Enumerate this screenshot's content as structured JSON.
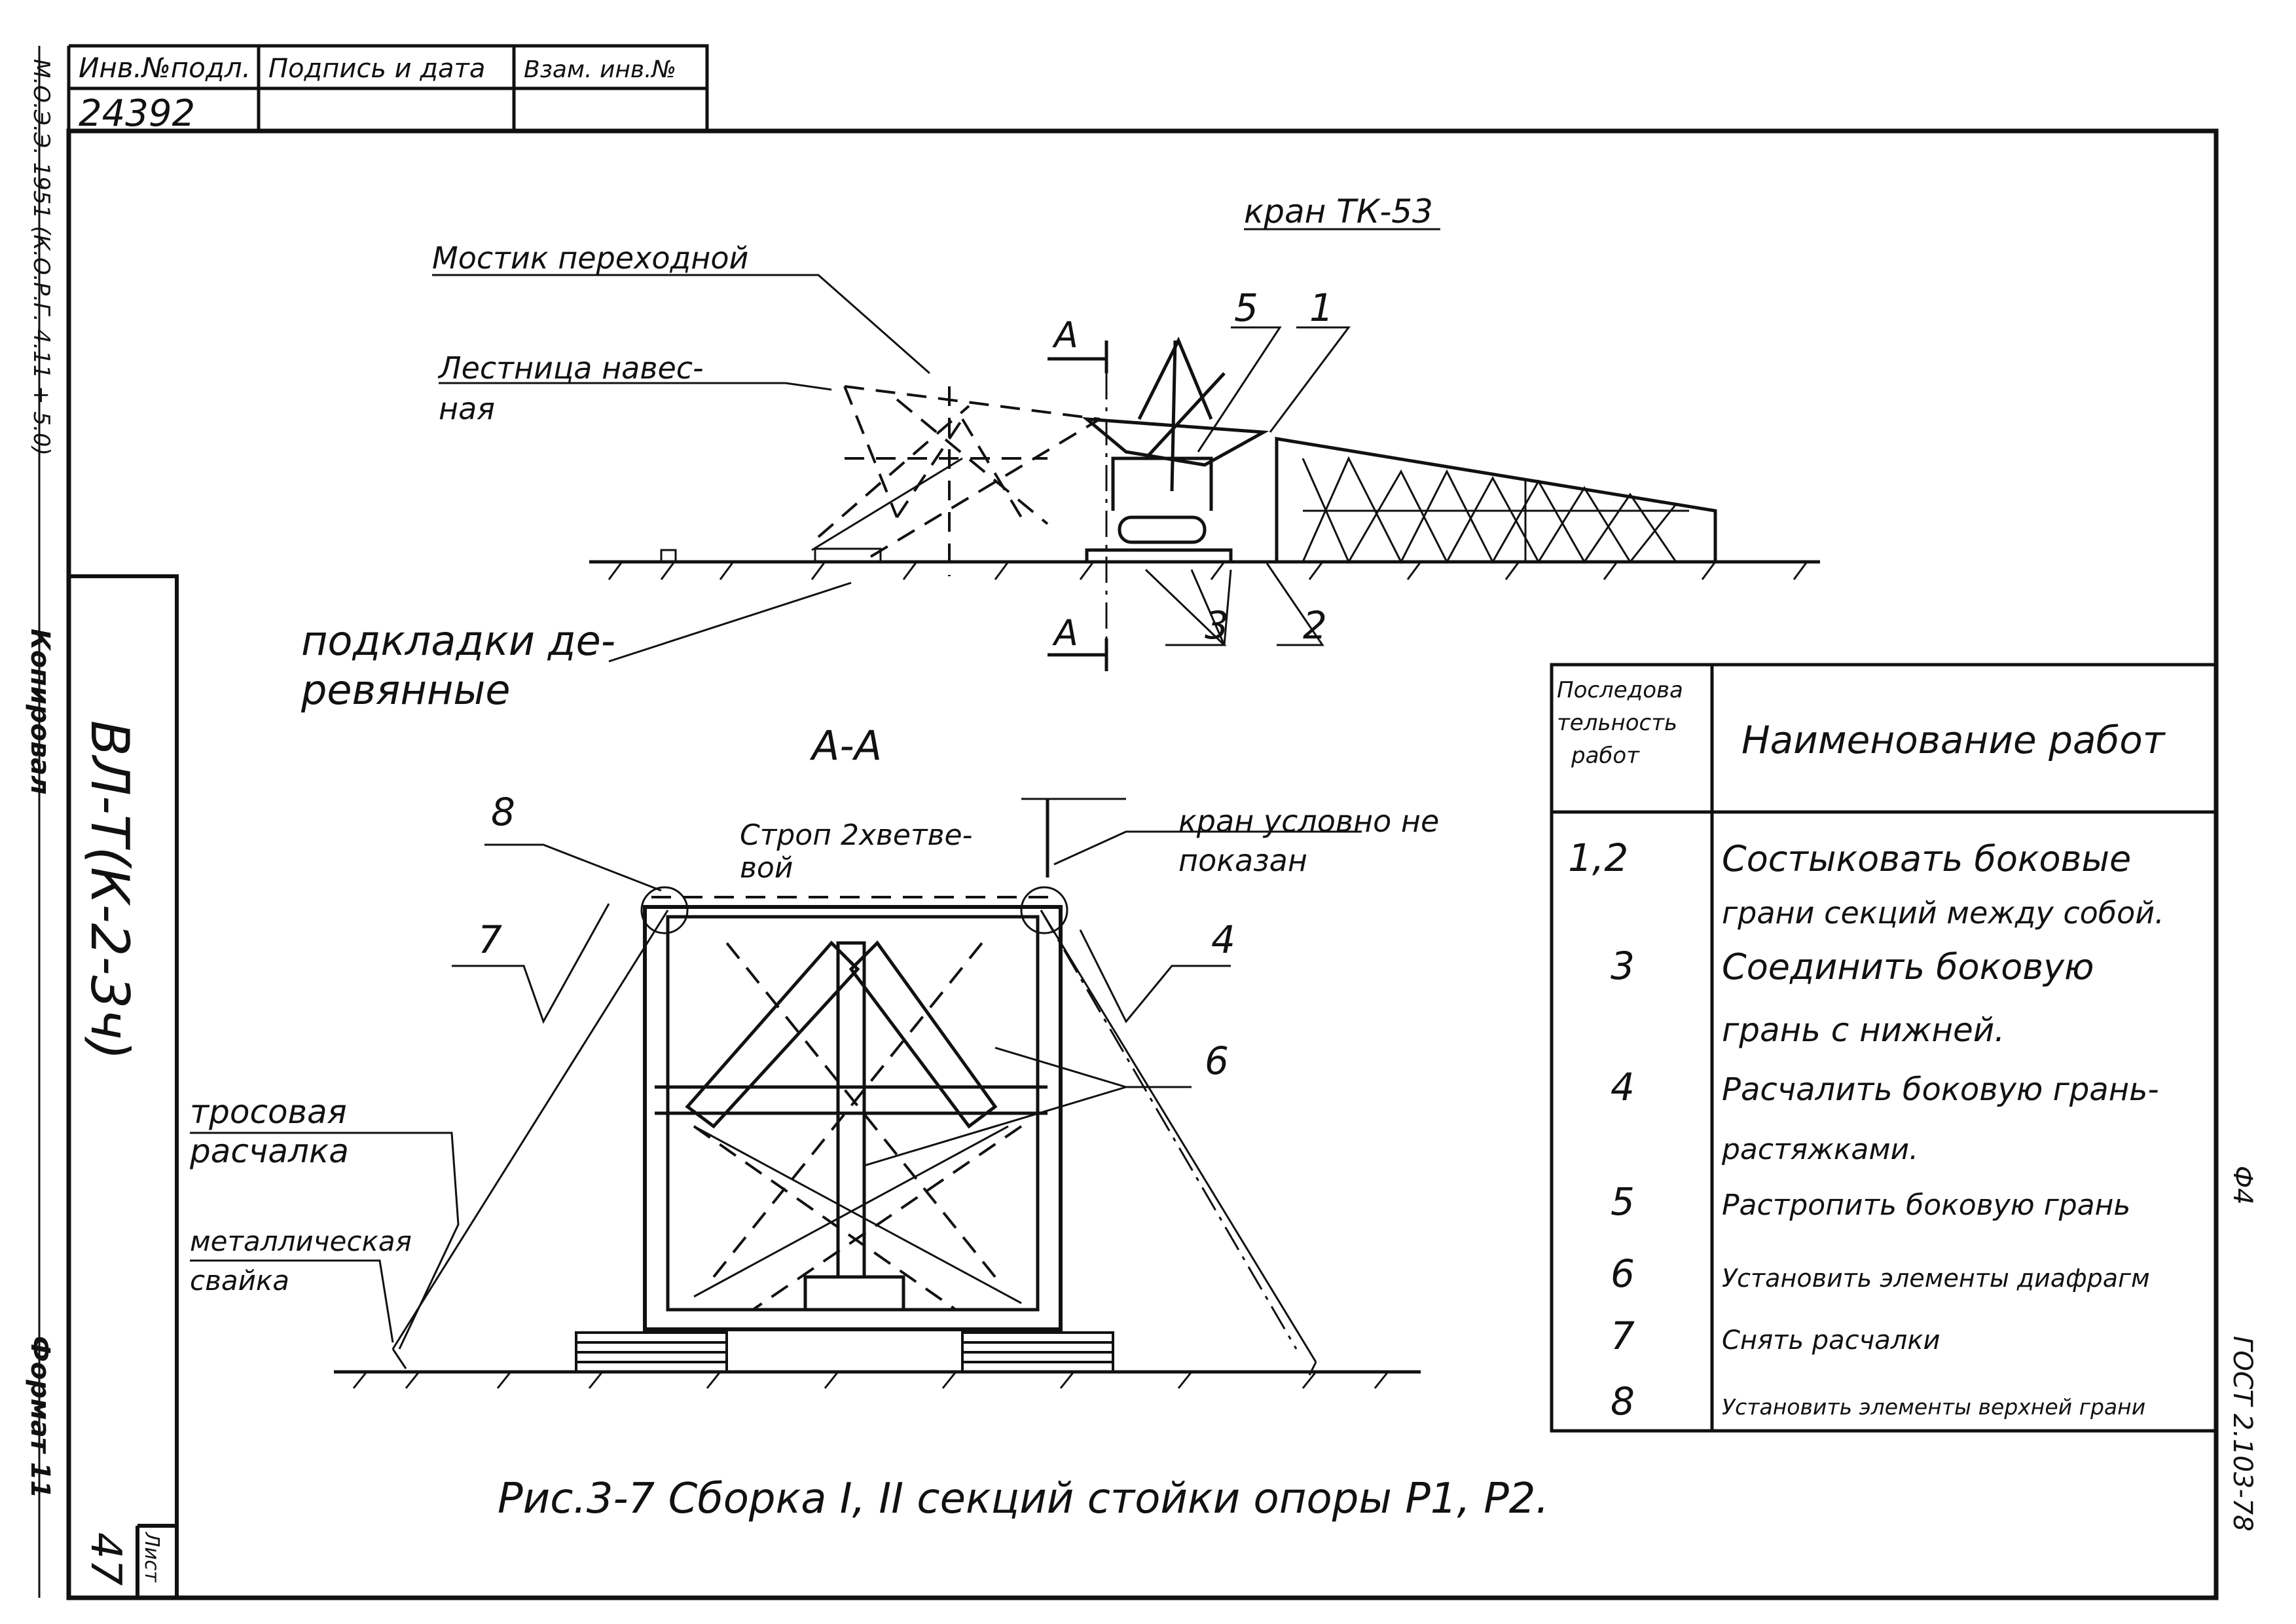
{
  "stamp": {
    "inv_header": "Инв.№подл.",
    "sign_header": "Подпись и дата",
    "replace_header": "Взам. инв.№",
    "inv_value": "24392"
  },
  "side_texts": {
    "doc_code": "ВЛ-Т(К-2-3ч)",
    "copied": "Копировал",
    "format": "Формат 11",
    "sheet_label": "Лист",
    "sheet_number": "47",
    "gost": "ГОСТ 2.103-78",
    "f4": "Ф4",
    "left_margin_code": "М.О.Э.Э. 1951 (К.О.Р.Г. 4.11 + 5.0)"
  },
  "labels": {
    "crane": "кран ТК-53",
    "bridge": "Мостик переходной",
    "ladder_l1": "Лестница навес-",
    "ladder_l2": "ная",
    "pads_l1": "подкладки де-",
    "pads_l2": "ревянные",
    "section_a_top": "А",
    "section_a_bottom": "А",
    "section_title": "А-А",
    "sling_l1": "Строп 2хветве-",
    "sling_l2": "вой",
    "crane_note_l1": "кран условно не",
    "crane_note_l2": "показан",
    "guy_l1": "тросовая",
    "guy_l2": "расчалка",
    "pile_l1": "металлическая",
    "pile_l2": "свайка",
    "n1": "1",
    "n2": "2",
    "n3": "3",
    "n4": "4",
    "n5": "5",
    "n6": "6",
    "n7": "7",
    "n8": "8"
  },
  "table": {
    "col1_header_l1": "Последова",
    "col1_header_l2": "тельность",
    "col1_header_l3": "работ",
    "col2_header": "Наименование работ",
    "rows": [
      {
        "seq": "1,2",
        "l1": "Состыковать боковые",
        "l2": "грани секций между собой."
      },
      {
        "seq": "3",
        "l1": "Соединить боковую",
        "l2": "грань с нижней."
      },
      {
        "seq": "4",
        "l1": "Расчалить боковую грань-",
        "l2": "растяжками."
      },
      {
        "seq": "5",
        "l1": "Растропить боковую грань",
        "l2": ""
      },
      {
        "seq": "6",
        "l1": "Установить элементы диафрагм",
        "l2": ""
      },
      {
        "seq": "7",
        "l1": "Снять расчалки",
        "l2": ""
      },
      {
        "seq": "8",
        "l1": "Установить элементы верхней грани",
        "l2": ""
      }
    ]
  },
  "caption": "Рис.3-7 Сборка I, II секций стойки опоры Р1, Р2."
}
